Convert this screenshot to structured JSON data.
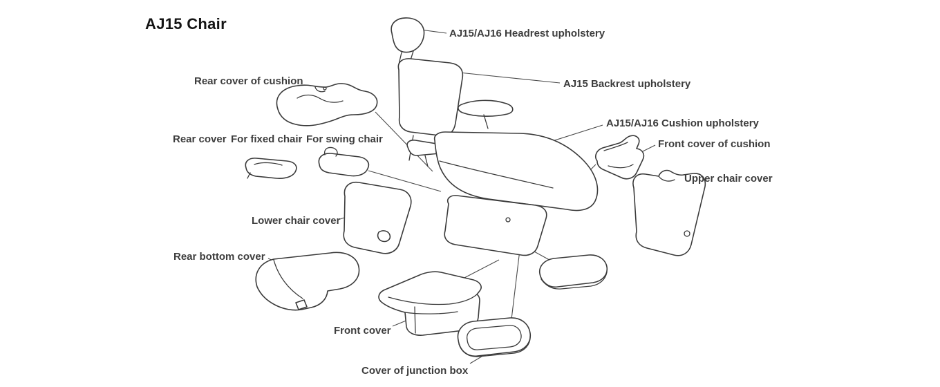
{
  "title": "AJ15 Chair",
  "labels": {
    "headrest": "AJ15/AJ16 Headrest upholstery",
    "rear_cover_cushion": "Rear cover of cushion",
    "backrest": "AJ15 Backrest upholstery",
    "cushion": "AJ15/AJ16 Cushion upholstery",
    "rear_cover": "Rear cover",
    "fixed_chair": "For fixed chair",
    "swing_chair": "For swing chair",
    "front_cover_cushion": "Front cover of cushion",
    "upper_chair_cover": "Upper chair cover",
    "lower_chair_cover": "Lower chair cover",
    "rear_bottom_cover": "Rear bottom cover",
    "front_cover": "Front cover",
    "junction_box": "Cover of junction box"
  },
  "colors": {
    "highlight": "#f7ef1e",
    "line": "#3a3a3a",
    "label_text": "#3d3d3d"
  }
}
